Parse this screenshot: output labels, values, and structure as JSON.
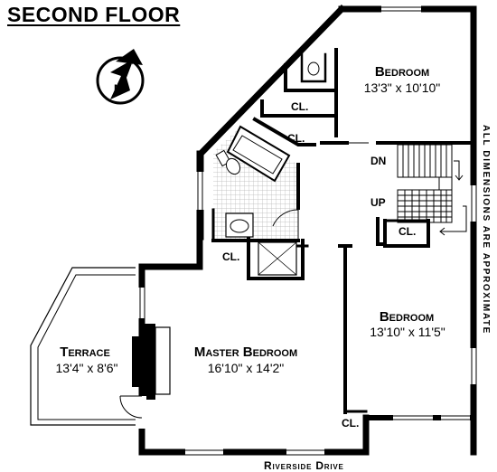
{
  "title": "SECOND FLOOR",
  "compass": {
    "label": "N",
    "icon": "north-arrow-icon"
  },
  "rooms": {
    "bedroom_top": {
      "name": "Bedroom",
      "dims": "13'3\" x 10'10\""
    },
    "bedroom_right": {
      "name": "Bedroom",
      "dims": "13'10\" x 11'5\""
    },
    "master_bedroom": {
      "name": "Master Bedroom",
      "dims": "16'10\" x 14'2\""
    },
    "terrace": {
      "name": "Terrace",
      "dims": "13'4\" x 8'6\""
    }
  },
  "closets": {
    "cl_1": "CL.",
    "cl_2": "CL.",
    "cl_3": "CL.",
    "cl_4": "CL.",
    "cl_5": "CL."
  },
  "stairs": {
    "down": "DN",
    "up": "UP"
  },
  "street": "Riverside Drive",
  "side_note": "ALL DIMENSIONS ARE APPROXIMATE",
  "colors": {
    "wall": "#000000",
    "background": "#ffffff",
    "tile": "#bdbdbd"
  }
}
